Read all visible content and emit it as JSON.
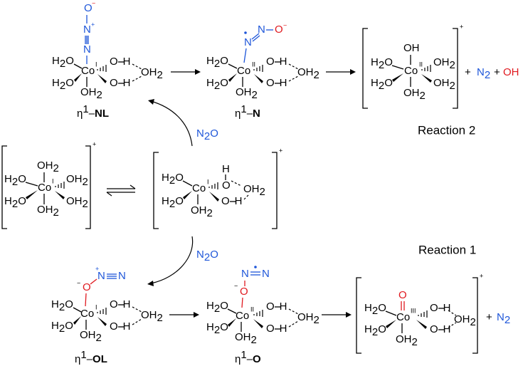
{
  "atoms": {
    "co": "Co",
    "h2o": "H",
    "o": "O",
    "h": "H",
    "n": "N",
    "two": "2"
  },
  "oxidation_states": {
    "co_I": "I",
    "co_II": "II",
    "co_III": "III"
  },
  "charges": {
    "plus": "+",
    "minus": "−"
  },
  "species_labels": {
    "eta1_NL": {
      "eta": "η",
      "sup": "1",
      "dash": "–",
      "name": "NL"
    },
    "eta1_N": {
      "eta": "η",
      "sup": "1",
      "dash": "–",
      "name": "N"
    },
    "eta1_OL": {
      "eta": "η",
      "sup": "1",
      "dash": "–",
      "name": "OL"
    },
    "eta1_O": {
      "eta": "η",
      "sup": "1",
      "dash": "–",
      "name": "O"
    }
  },
  "reagents": {
    "n2o_top": {
      "n": "N",
      "sub": "2",
      "o": "O"
    },
    "n2o_bottom": {
      "n": "N",
      "sub": "2",
      "o": "O"
    }
  },
  "products": {
    "reaction2": {
      "plus1": "+",
      "n2": "N",
      "n2_sub": "2",
      "plus2": "+",
      "oh": "OH"
    },
    "reaction1": {
      "plus1": "+",
      "n2": "N",
      "n2_sub": "2"
    }
  },
  "reaction_titles": {
    "reaction2": "Reaction 2",
    "reaction1": "Reaction 1"
  },
  "colors": {
    "nitrogen": "#1e56d9",
    "oxygen_highlight": "#e0191f",
    "default": "#000000"
  }
}
